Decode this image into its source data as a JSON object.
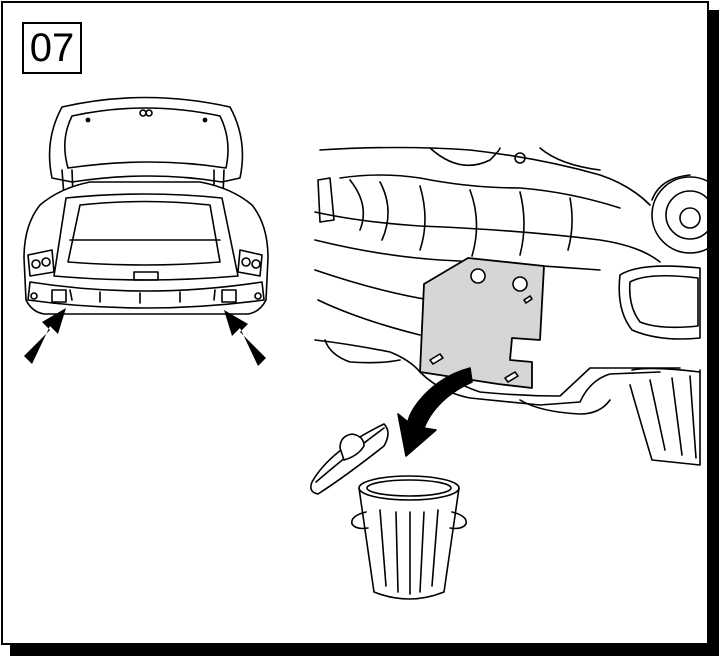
{
  "step": {
    "number": "07"
  },
  "colors": {
    "ink": "#000000",
    "paper": "#ffffff",
    "panel_fill": "#d6d6d6",
    "frame_shadow": "#000000"
  },
  "illustrations": {
    "left": {
      "name": "car-rear-trunk-open",
      "arrows": 2
    },
    "right": {
      "name": "rear-bumper-bracket-removal",
      "items": [
        "bracket-plate",
        "discard-arrow",
        "trash-can"
      ]
    }
  }
}
